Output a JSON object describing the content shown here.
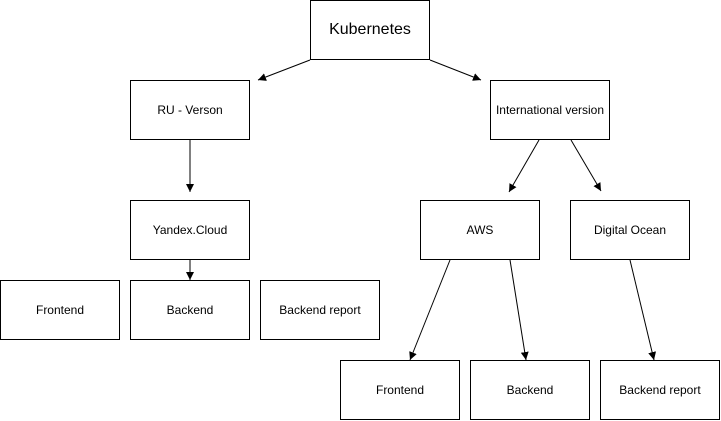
{
  "nodes": {
    "root": "Kubernetes",
    "ru_version": "RU - Verson",
    "international": "International version",
    "yandex_cloud": "Yandex.Cloud",
    "aws": "AWS",
    "digital_ocean": "Digital Ocean",
    "ru_frontend": "Frontend",
    "ru_backend": "Backend",
    "ru_backend_report": "Backend report",
    "aws_frontend": "Frontend",
    "aws_backend": "Backend",
    "do_backend_report": "Backend report"
  },
  "colors": {
    "stroke": "#000000",
    "background": "#ffffff"
  }
}
